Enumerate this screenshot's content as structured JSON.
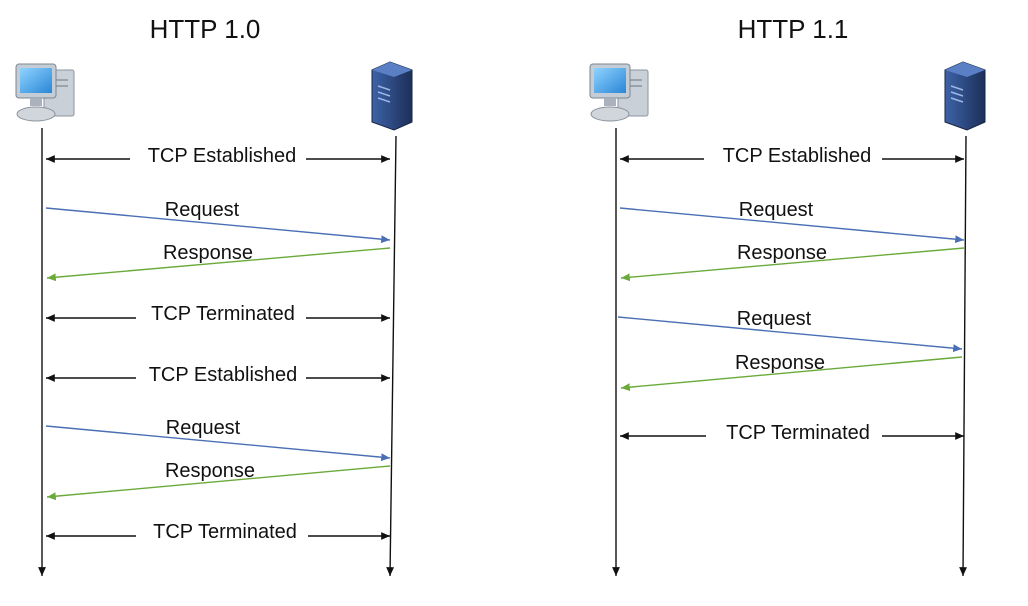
{
  "colors": {
    "line": "#111111",
    "request": "#4a6fb5",
    "response": "#6aaa3a",
    "monitor_frame": "#b9c2cc",
    "monitor_screen": "#3aa0e8",
    "server_body": "#2f4f8a"
  },
  "icons": {
    "client": "desktop-computer-icon",
    "server": "server-tower-icon"
  },
  "diagrams": [
    {
      "id": "http10",
      "title": "HTTP 1.0",
      "messages": [
        {
          "kind": "bidirectional",
          "label": "TCP Established"
        },
        {
          "kind": "request",
          "label": "Request"
        },
        {
          "kind": "response",
          "label": "Response"
        },
        {
          "kind": "bidirectional",
          "label": "TCP Terminated"
        },
        {
          "kind": "bidirectional",
          "label": "TCP Established"
        },
        {
          "kind": "request",
          "label": "Request"
        },
        {
          "kind": "response",
          "label": "Response"
        },
        {
          "kind": "bidirectional",
          "label": "TCP Terminated"
        }
      ]
    },
    {
      "id": "http11",
      "title": "HTTP 1.1",
      "messages": [
        {
          "kind": "bidirectional",
          "label": "TCP Established"
        },
        {
          "kind": "request",
          "label": "Request"
        },
        {
          "kind": "response",
          "label": "Response"
        },
        {
          "kind": "request",
          "label": "Request"
        },
        {
          "kind": "response",
          "label": "Response"
        },
        {
          "kind": "bidirectional",
          "label": "TCP Terminated"
        }
      ]
    }
  ]
}
